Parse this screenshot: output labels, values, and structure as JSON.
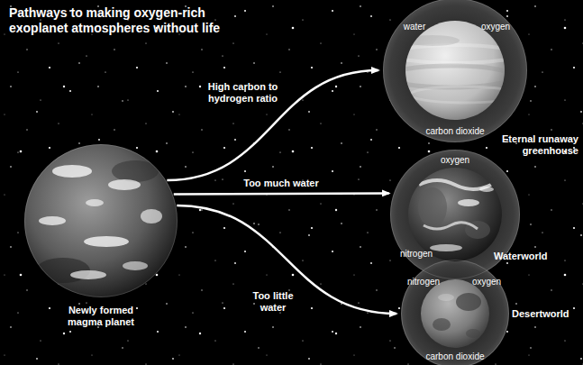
{
  "diagram": {
    "title": "Pathways to making oxygen-rich exoplanet atmospheres without life",
    "nodes": [
      {
        "text": [
          "Newly formed magma planet"
        ]
      },
      {
        "text": [
          "water",
          "oxygen",
          "carbon dioxide",
          "Eternal runaway greenhouse"
        ]
      },
      {
        "text": [
          "oxygen",
          "nitrogen",
          "Waterworld"
        ]
      },
      {
        "text": [
          "nitrogen",
          "oxygen",
          "carbon dioxide",
          "Desertworld"
        ]
      }
    ],
    "edges": [
      {
        "from": 0,
        "to": 1,
        "label": "High carbon to hydrogen ratio",
        "arrow": "to"
      },
      {
        "from": 0,
        "to": 2,
        "label": "Too much water",
        "arrow": "to"
      },
      {
        "from": 0,
        "to": 3,
        "label": "Too little water",
        "arrow": "to"
      }
    ]
  }
}
